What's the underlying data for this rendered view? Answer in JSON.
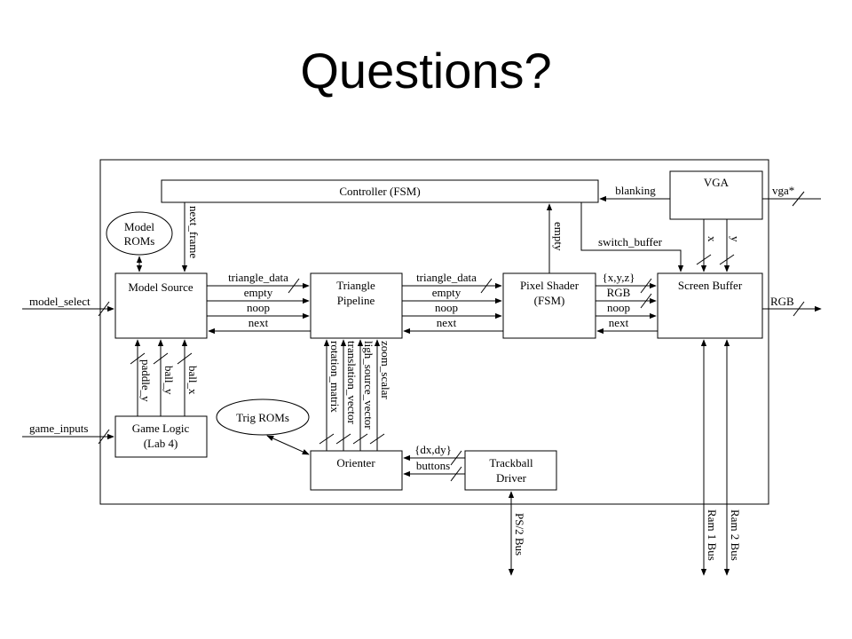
{
  "title": "Questions?",
  "blocks": {
    "controller": "Controller (FSM)",
    "vga": "VGA",
    "model_roms_line1": "Model",
    "model_roms_line2": "ROMs",
    "model_source": "Model Source",
    "triangle_pipeline_line1": "Triangle",
    "triangle_pipeline_line2": "Pipeline",
    "pixel_shader_line1": "Pixel Shader",
    "pixel_shader_line2": "(FSM)",
    "screen_buffer": "Screen Buffer",
    "trig_roms": "Trig ROMs",
    "game_logic_line1": "Game Logic",
    "game_logic_line2": "(Lab 4)",
    "orienter": "Orienter",
    "trackball_line1": "Trackball",
    "trackball_line2": "Driver"
  },
  "signals": {
    "blanking": "blanking",
    "vga_out": "vga*",
    "next_frame": "next_frame",
    "empty_ps": "empty",
    "switch_buffer": "switch_buffer",
    "x": "x",
    "y": "y",
    "model_select": "model_select",
    "triangle_data_1": "triangle_data",
    "empty_1": "empty",
    "noop_1": "noop",
    "next_1": "next",
    "triangle_data_2": "triangle_data",
    "empty_2": "empty",
    "noop_2": "noop",
    "next_2": "next",
    "xyz": "{x,y,z}",
    "rgb_in": "RGB",
    "noop_3": "noop",
    "next_3": "next",
    "rgb_out": "RGB",
    "paddle_y": "paddle_y",
    "ball_y": "ball_y",
    "ball_x": "ball_x",
    "rotation_matrix": "rotation_matrix",
    "translation_vector": "translation_vector",
    "light_source_vector": "ligh_source_vector",
    "zoom_scalar": "zoom_scalar",
    "game_inputs": "game_inputs",
    "dxdy": "{dx,dy}",
    "buttons": "buttons",
    "ps2_bus": "PS/2 Bus",
    "ram1_bus": "Ram 1 Bus",
    "ram2_bus": "Ram 2 Bus"
  }
}
